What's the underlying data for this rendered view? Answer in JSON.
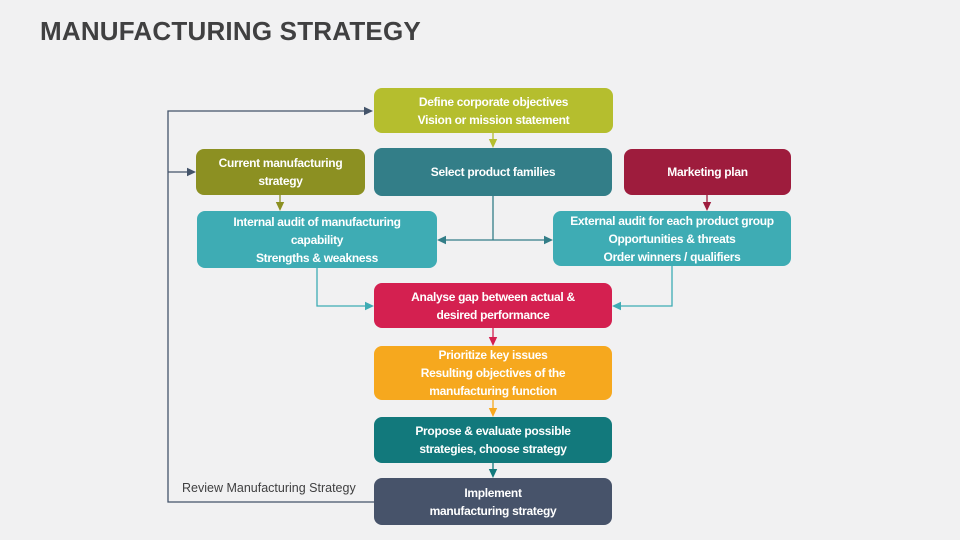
{
  "slide": {
    "title": "MANUFACTURING STRATEGY",
    "review_label": "Review Manufacturing Strategy"
  },
  "palette": {
    "background": "#f1f1f2",
    "title_text": "#404041",
    "review_text": "#404041",
    "box_text": "#ffffff",
    "loop_line": "#44546a",
    "lime": "#b5be2e",
    "olive": "#8c9022",
    "teal": "#337e88",
    "maroon": "#9e1c3d",
    "light_teal": "#3eacb4",
    "crimson": "#d42050",
    "orange": "#f6a81e",
    "dark_teal": "#12797c",
    "slate": "#47536a"
  },
  "flowchart": {
    "boxes": {
      "define": {
        "lines": [
          "Define corporate objectives",
          "Vision or mission statement"
        ],
        "color": "#b5be2e"
      },
      "current": {
        "lines": [
          "Current manufacturing",
          "strategy"
        ],
        "color": "#8c9022"
      },
      "select": {
        "lines": [
          "Select product families"
        ],
        "color": "#337e88"
      },
      "marketing": {
        "lines": [
          "Marketing plan"
        ],
        "color": "#9e1c3d"
      },
      "internal": {
        "lines": [
          "Internal audit of manufacturing",
          "capability",
          "Strengths & weakness"
        ],
        "color": "#3eacb4"
      },
      "external": {
        "lines": [
          "External audit for each product group",
          "Opportunities & threats",
          "Order winners / qualifiers"
        ],
        "color": "#3eacb4"
      },
      "analyse": {
        "lines": [
          "Analyse gap between actual &",
          "desired performance"
        ],
        "color": "#d42050"
      },
      "prioritize": {
        "lines": [
          "Prioritize key issues",
          "Resulting objectives of the",
          "manufacturing function"
        ],
        "color": "#f6a81e"
      },
      "propose": {
        "lines": [
          "Propose & evaluate possible",
          "strategies, choose strategy"
        ],
        "color": "#12797c"
      },
      "implement": {
        "lines": [
          "Implement",
          "manufacturing strategy"
        ],
        "color": "#47536a"
      }
    }
  }
}
